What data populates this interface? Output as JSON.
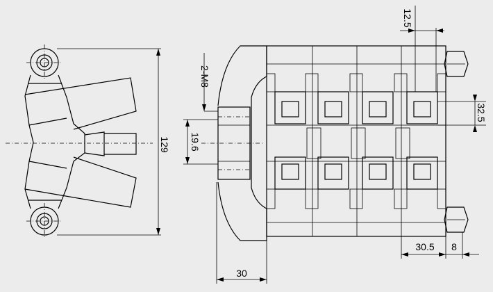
{
  "drawing": {
    "background": "#ececec",
    "line_color": "#000000",
    "dimensions": {
      "overall_height": "129",
      "mount_width": "30",
      "bolt_spec": "2-M8",
      "shaft_dia": "19.6",
      "pitch_top": "12.5",
      "pitch_side": "32.5",
      "module_pitch": "30.5",
      "terminal_width": "8"
    }
  }
}
